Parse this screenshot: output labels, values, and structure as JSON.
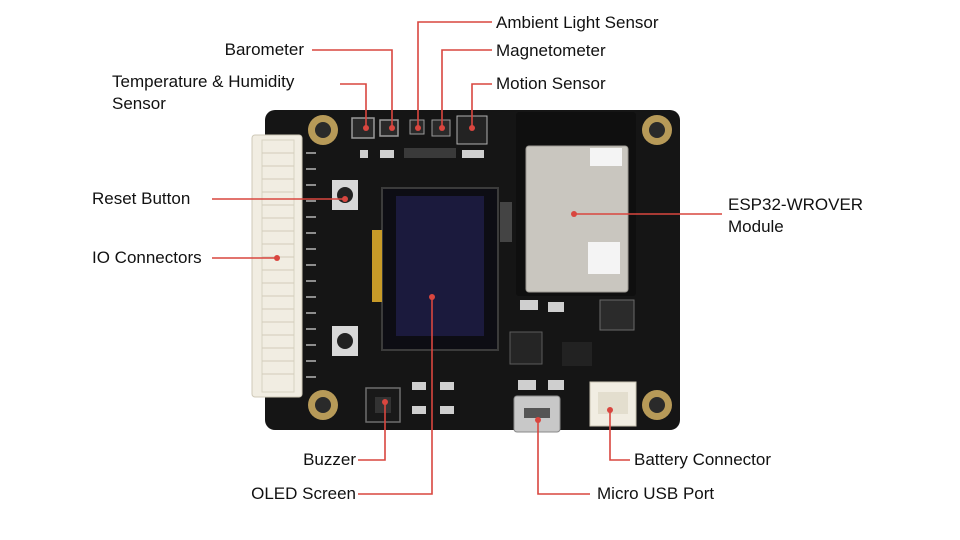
{
  "colors": {
    "leader": "#d9463f",
    "board": "#151515",
    "connector": "#f1ede2",
    "module_shield": "#c9c6bf",
    "screen": "#1b1a3d"
  },
  "icons": {
    "board": "pcb-board-icon",
    "module": "esp32-module-icon",
    "screen": "oled-screen-icon"
  },
  "callouts": [
    {
      "id": "ambient-light-sensor",
      "lines": [
        "Ambient Light Sensor"
      ]
    },
    {
      "id": "barometer",
      "lines": [
        "Barometer"
      ]
    },
    {
      "id": "magnetometer",
      "lines": [
        "Magnetometer"
      ]
    },
    {
      "id": "temperature-humidity-sensor",
      "lines": [
        "Temperature & Humidity",
        "Sensor"
      ]
    },
    {
      "id": "motion-sensor",
      "lines": [
        "Motion Sensor"
      ]
    },
    {
      "id": "reset-button",
      "lines": [
        "Reset Button"
      ]
    },
    {
      "id": "esp32-wrover-module",
      "lines": [
        "ESP32-WROVER",
        "Module"
      ]
    },
    {
      "id": "io-connectors",
      "lines": [
        "IO Connectors"
      ]
    },
    {
      "id": "buzzer",
      "lines": [
        "Buzzer"
      ]
    },
    {
      "id": "battery-connector",
      "lines": [
        "Battery Connector"
      ]
    },
    {
      "id": "oled-screen",
      "lines": [
        "OLED Screen"
      ]
    },
    {
      "id": "micro-usb-port",
      "lines": [
        "Micro USB Port"
      ]
    }
  ]
}
